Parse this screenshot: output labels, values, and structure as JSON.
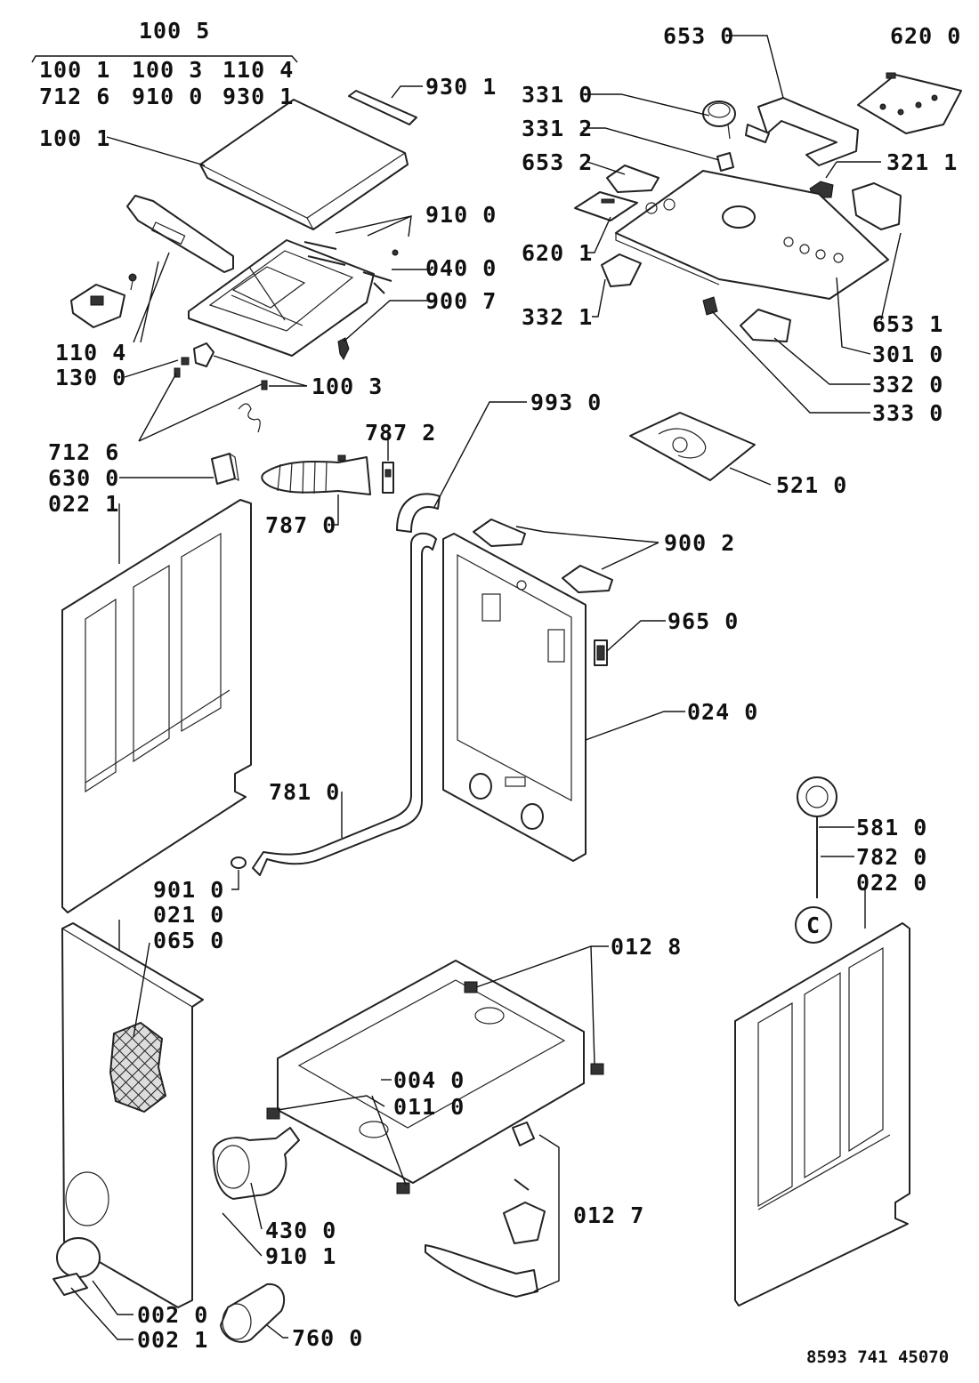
{
  "document_number": "8593 741 45070",
  "labels": {
    "l1005": "100 5",
    "l1001a": "100 1",
    "l1003a": "100 3",
    "l1104a": "110 4",
    "l7126a": "712 6",
    "l9100a": "910 0",
    "l9301a": "930 1",
    "l9301b": "930 1",
    "l1001b": "100 1",
    "l9100b": "910 0",
    "l0400": "040 0",
    "l9007": "900 7",
    "l1104b": "110 4",
    "l1300": "130 0",
    "l1003b": "100 3",
    "l7126b": "712 6",
    "l6300": "630 0",
    "l0221": "022 1",
    "l7872": "787 2",
    "l7870": "787 0",
    "l9930": "993 0",
    "l6530": "653 0",
    "l6200": "620 0",
    "l3310": "331 0",
    "l3312": "331 2",
    "l6532": "653 2",
    "l3211": "321 1",
    "l6201": "620 1",
    "l3321": "332 1",
    "l6531": "653 1",
    "l3010": "301 0",
    "l3320": "332 0",
    "l3330": "333 0",
    "l5210": "521 0",
    "l9002": "900 2",
    "l9650": "965 0",
    "l0240": "024 0",
    "l7810": "781 0",
    "l9010": "901 0",
    "l0210": "021 0",
    "l0650": "065 0",
    "l5810": "581 0",
    "l7820": "782 0",
    "l0220": "022 0",
    "l0128": "012 8",
    "l0040": "004 0",
    "l0110": "011 0",
    "l0127": "012 7",
    "l4300": "430 0",
    "l9101": "910 1",
    "l0020": "002 0",
    "l0021": "002 1",
    "l7600": "760 0",
    "connector_c": "C"
  }
}
